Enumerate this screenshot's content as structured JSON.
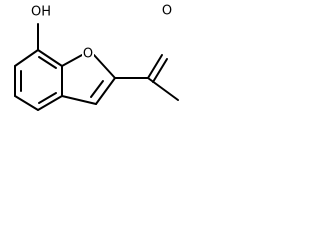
{
  "molecule": {
    "labels": {
      "hydroxyl": "OH",
      "ring_oxygen": "O",
      "carbonyl_oxygen": "O"
    }
  }
}
